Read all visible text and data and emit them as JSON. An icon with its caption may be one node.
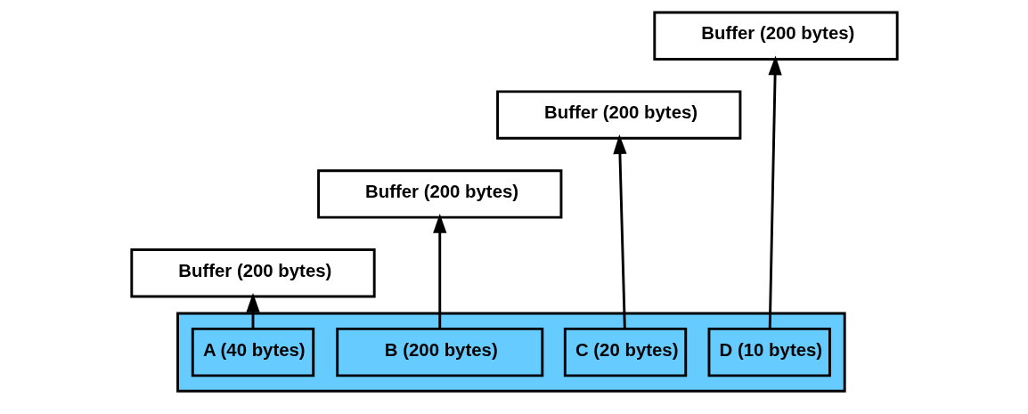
{
  "diagram": {
    "nodes": [
      {
        "text": [
          "Buffer (200 bytes)"
        ]
      },
      {
        "text": [
          "Buffer (200 bytes)"
        ]
      },
      {
        "text": [
          "Buffer (200 bytes)"
        ]
      },
      {
        "text": [
          "Buffer (200 bytes)"
        ]
      },
      {
        "text": [],
        "shape": "box"
      },
      {
        "text": [
          "A (40 bytes)"
        ],
        "in": 4
      },
      {
        "text": [
          "B (200 bytes)"
        ],
        "in": 4
      },
      {
        "text": [
          "C (20 bytes)"
        ],
        "in": 4
      },
      {
        "text": [
          "D (10 bytes)"
        ],
        "in": 4
      }
    ],
    "edges": [
      {
        "from": 5,
        "to": 3,
        "arrow": "to"
      },
      {
        "from": 6,
        "to": 2,
        "arrow": "to"
      },
      {
        "from": 7,
        "to": 1,
        "arrow": "to"
      },
      {
        "from": 8,
        "to": 0,
        "arrow": "to"
      }
    ]
  }
}
